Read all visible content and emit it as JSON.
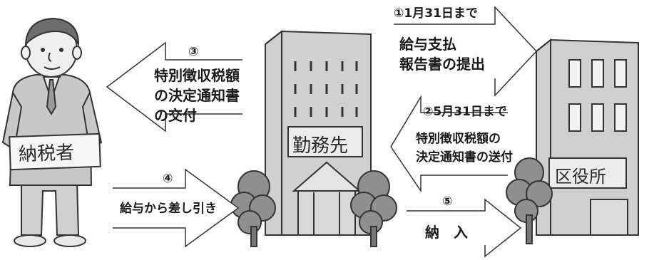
{
  "taxpayer": {
    "sign": "納税者"
  },
  "employer": {
    "sign": "勤務先"
  },
  "ward_office": {
    "sign": "区役所"
  },
  "steps": {
    "step1": {
      "num": "①",
      "deadline": "1月31日まで",
      "line1": "給与支払",
      "line2": "報告書の提出"
    },
    "step2": {
      "num": "②",
      "deadline": "5月31日まで",
      "line1": "特別徴収税額の",
      "line2": "決定通知書の送付"
    },
    "step3": {
      "num": "③",
      "line1": "特別徴収税額",
      "line2": "の決定通知書",
      "line3": "の交付"
    },
    "step4": {
      "num": "④",
      "line1": "給与から差し引き"
    },
    "step5": {
      "num": "⑤",
      "line1": "納　入"
    }
  }
}
